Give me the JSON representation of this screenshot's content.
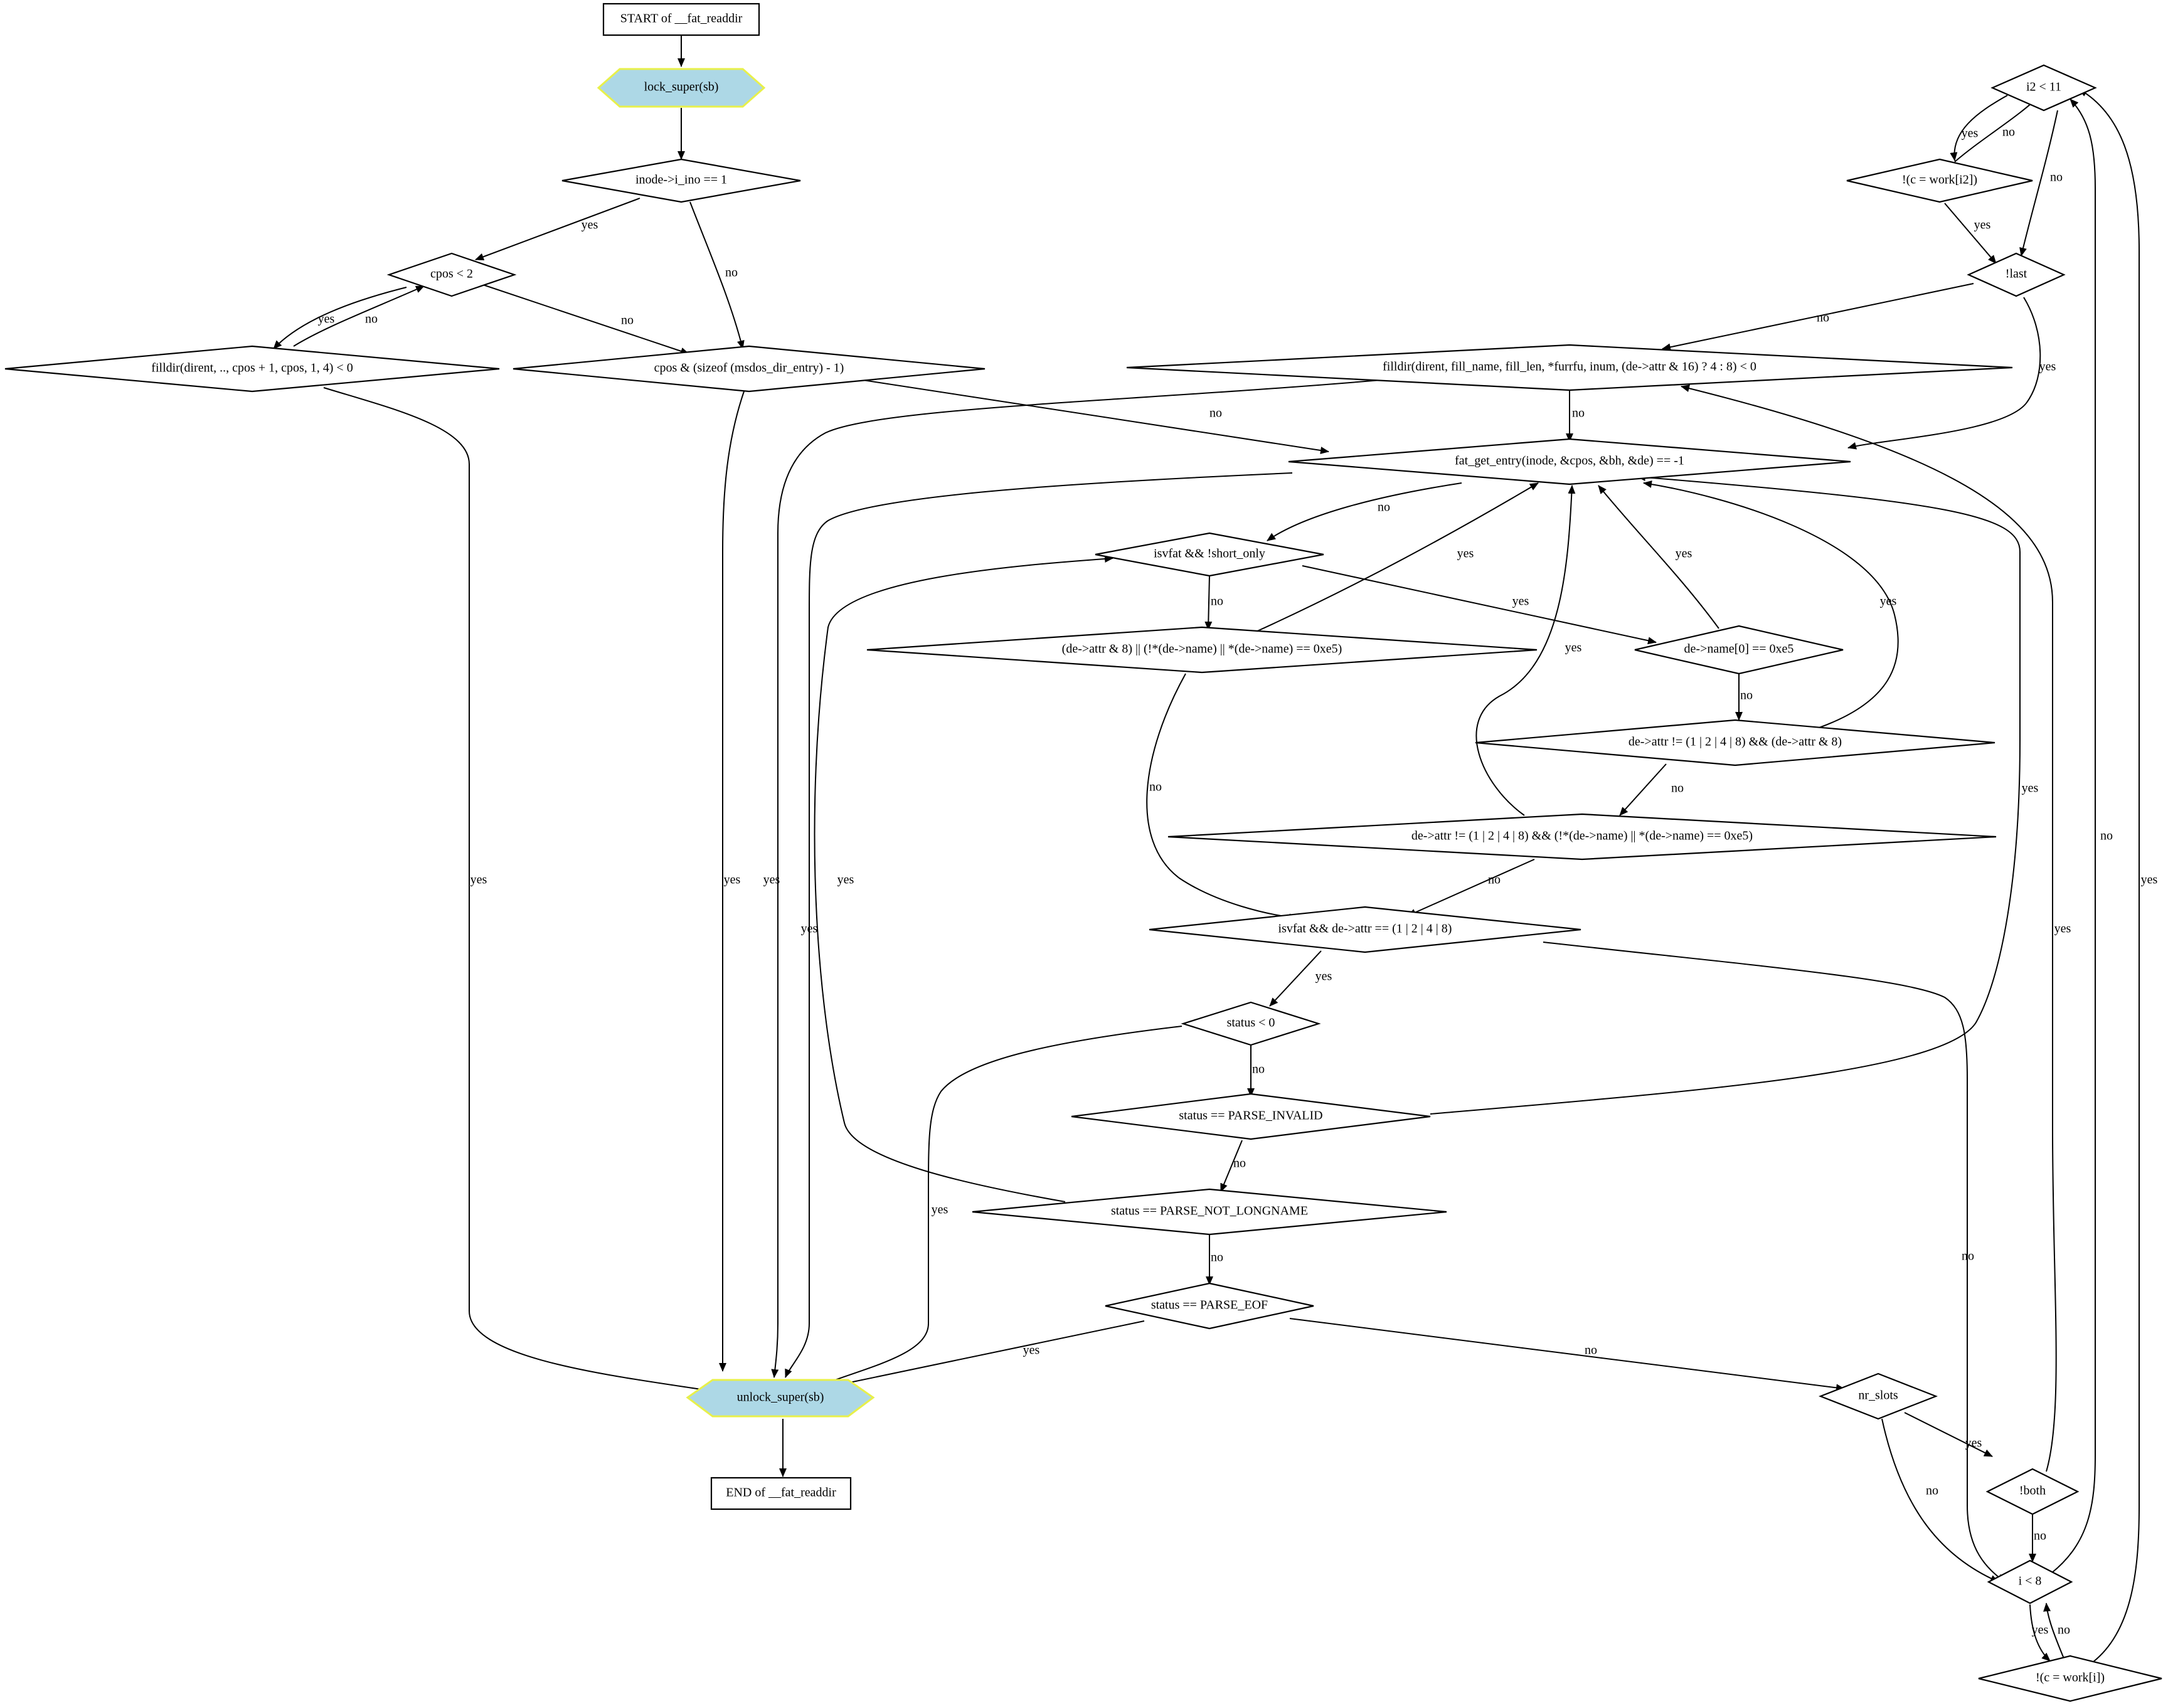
{
  "nodes": {
    "start": "START of __fat_readdir",
    "lock": "lock_super(sb)",
    "ino": "inode->i_ino == 1",
    "cpos2": "cpos < 2",
    "filldir1": "filldir(dirent, .., cpos + 1, cpos, 1, 4) < 0",
    "cposand": "cpos & (sizeof (msdos_dir_entry) - 1)",
    "i2lt11": "i2 < 11",
    "cwork_i2": "!(c = work[i2])",
    "last": "!last",
    "filldir2": "filldir(dirent, fill_name, fill_len, *furrfu, inum, (de->attr & 16) ? 4 : 8) < 0",
    "getentry": "fat_get_entry(inode, &cpos, &bh, &de) == -1",
    "isvfat_short": "isvfat && !short_only",
    "attr8": "(de->attr & 8) || (!*(de->name) || *(de->name) == 0xe5)",
    "name0": "de->name[0] == 0xe5",
    "attrne1": "de->attr != (1 | 2 | 4 | 8) && (de->attr & 8)",
    "attrne2": "de->attr != (1 | 2 | 4 | 8) && (!*(de->name) || *(de->name) == 0xe5)",
    "isvfat_attr": "isvfat && de->attr == (1 | 2 | 4 | 8)",
    "status0": "status < 0",
    "invalid": "status == PARSE_INVALID",
    "notlong": "status == PARSE_NOT_LONGNAME",
    "eof": "status == PARSE_EOF",
    "unlock": "unlock_super(sb)",
    "end": "END of __fat_readdir",
    "nrslots": "nr_slots",
    "both": "!both",
    "ilt8": "i < 8",
    "cwork_i": "!(c = work[i])"
  },
  "edge_labels": {
    "yes": "yes",
    "no": "no"
  },
  "colors": {
    "hex_fill": "#add8e6",
    "hex_stroke": "#e8f04a",
    "line": "#000000"
  }
}
